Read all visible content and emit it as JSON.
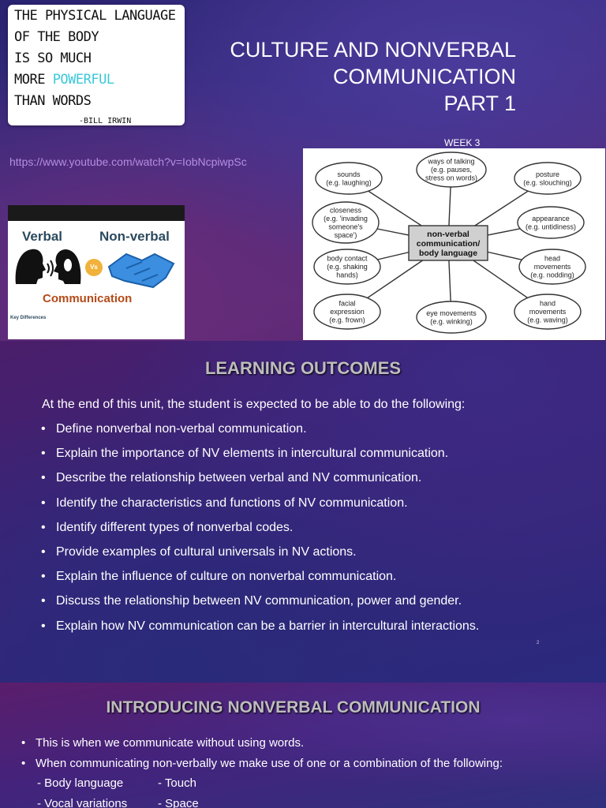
{
  "slide1": {
    "quote": {
      "lines": [
        "THE PHYSICAL LANGUAGE",
        "OF THE BODY",
        "IS SO MUCH"
      ],
      "line4_prefix": "MORE ",
      "line4_accent": "POWERFUL",
      "line5": "THAN WORDS",
      "author": "-BILL IRWIN"
    },
    "title": {
      "line1": "CULTURE AND NONVERBAL",
      "line2": "COMMUNICATION",
      "line3": "PART 1"
    },
    "week": "WEEK 3",
    "video_link": "https://www.youtube.com/watch?v=IobNcpiwpSc",
    "verbal_image": {
      "verbal": "Verbal",
      "nonverbal": "Non-verbal",
      "vs": "Vs",
      "communication": "Communication",
      "key_differences": "Key Differences"
    },
    "diagram": {
      "center": [
        "non-verbal",
        "communication/",
        "body language"
      ],
      "nodes": [
        {
          "lines": [
            "sounds",
            "(e.g. laughing)"
          ]
        },
        {
          "lines": [
            "ways of talking",
            "(e.g. pauses,",
            "stress on words)"
          ]
        },
        {
          "lines": [
            "posture",
            "(e.g. slouching)"
          ]
        },
        {
          "lines": [
            "closeness",
            "(e.g. 'invading",
            "someone's",
            "space')"
          ]
        },
        {
          "lines": [
            "appearance",
            "(e.g. untidiness)"
          ]
        },
        {
          "lines": [
            "body contact",
            "(e.g. shaking",
            "hands)"
          ]
        },
        {
          "lines": [
            "head",
            "movements",
            "(e.g. nodding)"
          ]
        },
        {
          "lines": [
            "facial",
            "expression",
            "(e.g. frown)"
          ]
        },
        {
          "lines": [
            "eye movements",
            "(e.g. winking)"
          ]
        },
        {
          "lines": [
            "hand",
            "movements",
            "(e.g. waving)"
          ]
        }
      ]
    },
    "colors": {
      "accent": "#39c9d8",
      "link": "#b68de0"
    }
  },
  "slide2": {
    "title": "LEARNING OUTCOMES",
    "intro": "At the end of this unit, the student is expected to be able to do the following:",
    "outcomes": [
      "Define nonverbal non-verbal communication.",
      "Explain the importance of NV elements in intercultural communication.",
      "Describe the relationship between verbal and NV communication.",
      "Identify the characteristics and functions of NV communication.",
      "Identify different types of nonverbal codes.",
      "Provide examples of cultural universals in NV actions.",
      "Explain the influence of culture on nonverbal communication.",
      "Discuss the relationship between NV communication, power and gender.",
      "Explain how NV communication can be a barrier in intercultural interactions."
    ],
    "page_number": "2"
  },
  "slide3": {
    "title": "INTRODUCING NONVERBAL COMMUNICATION",
    "bullets": [
      "This is when we communicate without using words.",
      "When communicating non-verbally we make use of one or a combination of the following:"
    ],
    "sub_items": [
      {
        "left": "- Body language",
        "right": "- Touch"
      },
      {
        "left": "- Vocal variations",
        "right": "- Space"
      }
    ]
  }
}
